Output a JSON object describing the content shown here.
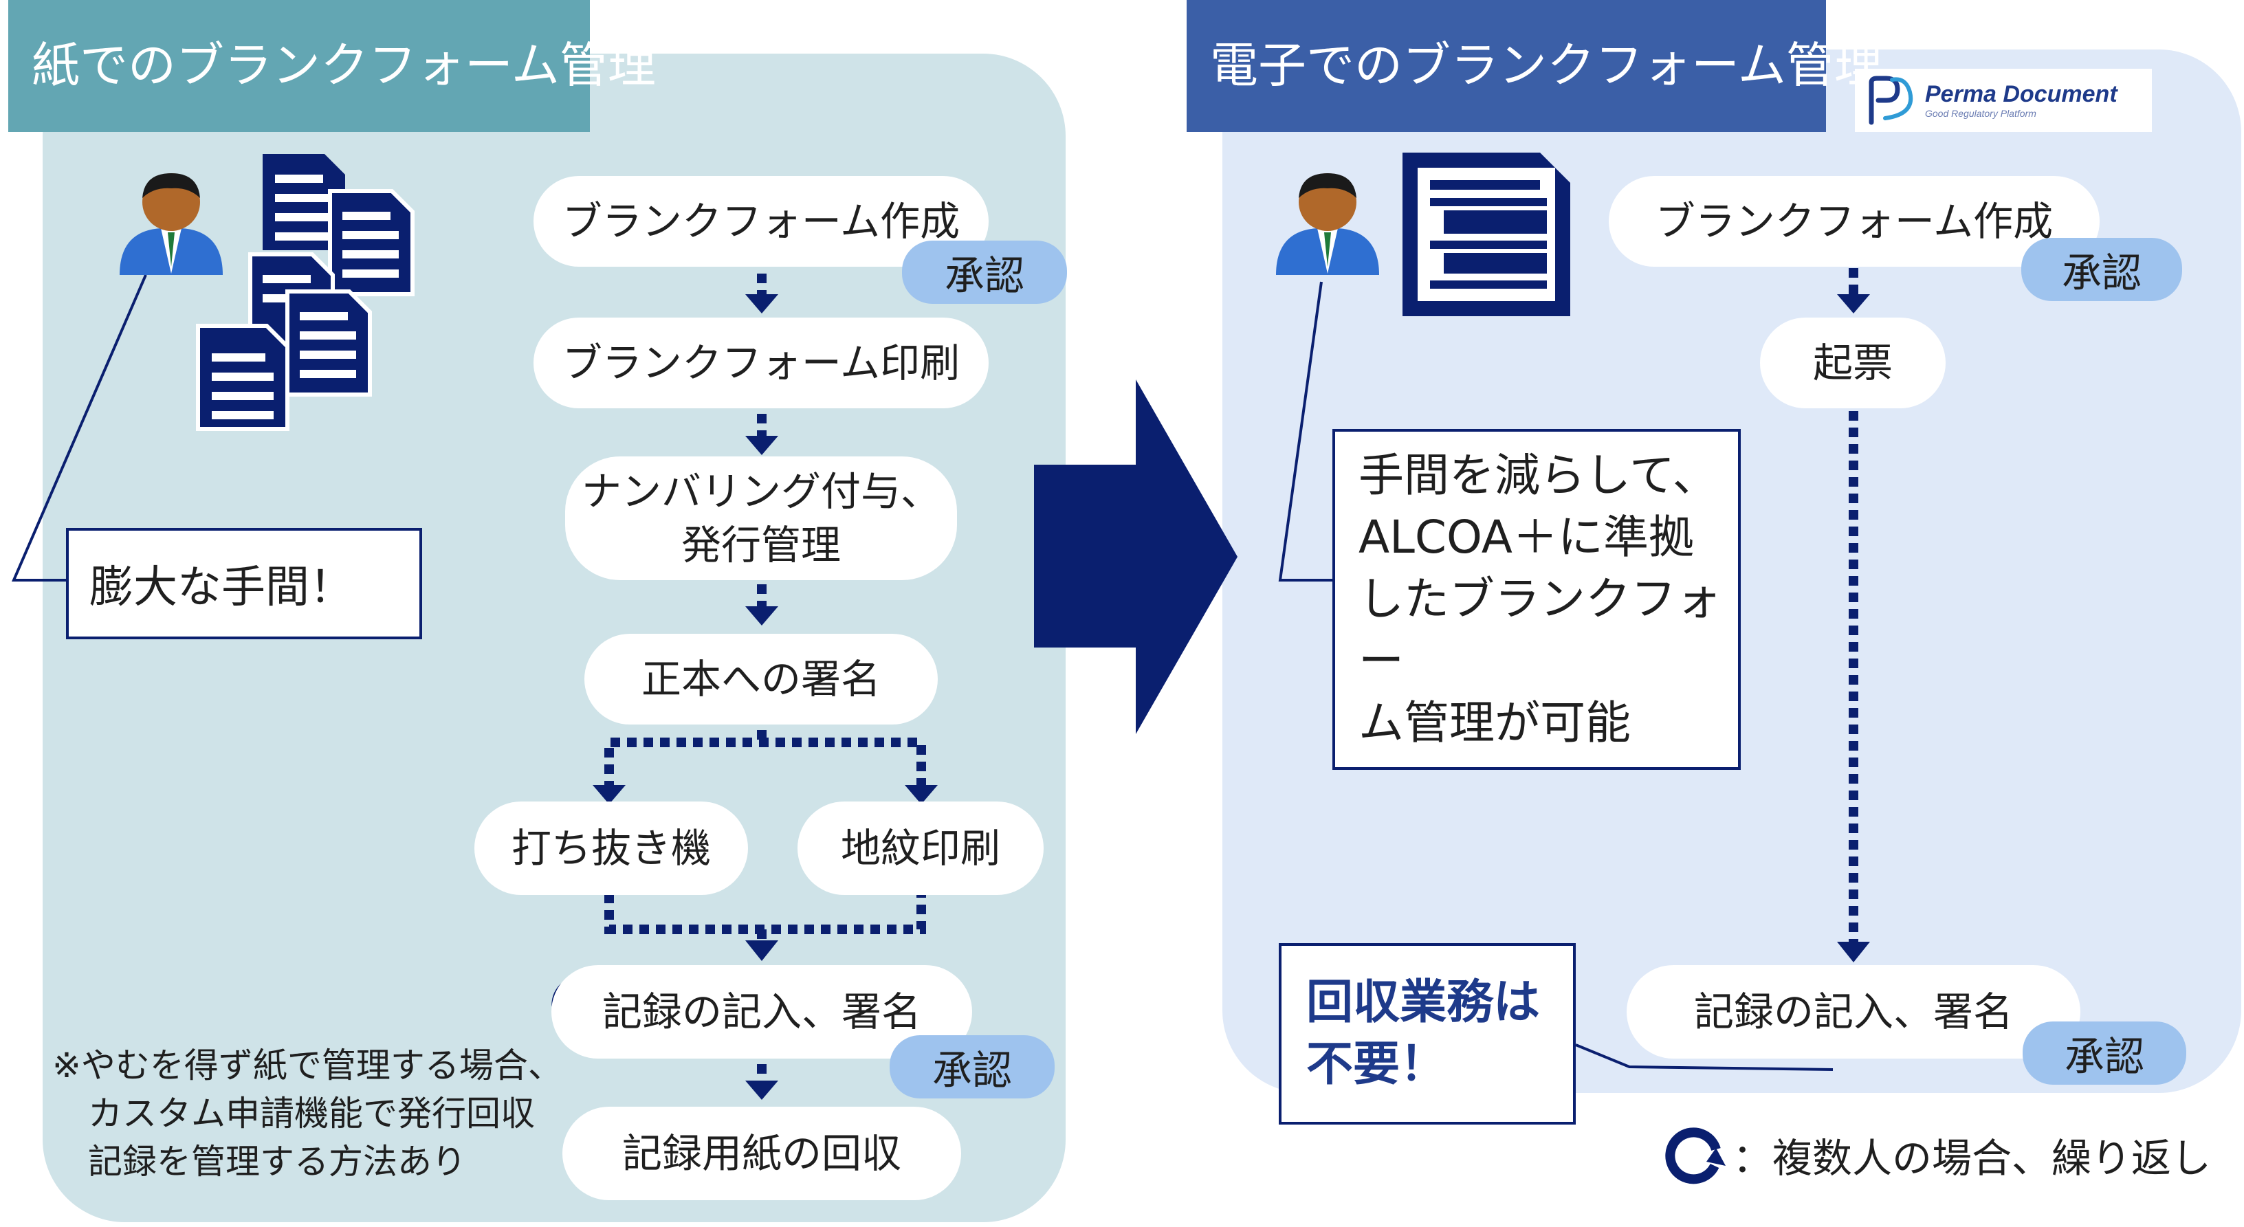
{
  "left": {
    "title": "紙でのブランクフォーム管理",
    "steps": {
      "create": "ブランクフォーム作成",
      "approve1": "承認",
      "print": "ブランクフォーム印刷",
      "numbering_line1": "ナンバリング付与、",
      "numbering_line2": "発行管理",
      "sign_original": "正本への署名",
      "punch": "打ち抜き機",
      "watermark": "地紋印刷",
      "record_entry": "記録の記入、署名",
      "approve2": "承認",
      "collect": "記録用紙の回収"
    },
    "callout": "膨大な手間！",
    "footnote": {
      "line1": "※やむを得ず紙で管理する場合、",
      "line2": "カスタム申請機能で発行回収",
      "line3": "記録を管理する方法あり"
    }
  },
  "right": {
    "title": "電子でのブランクフォーム管理",
    "logo": {
      "name": "Perma Document",
      "tagline": "Good Regulatory Platform"
    },
    "steps": {
      "create": "ブランクフォーム作成",
      "approve1": "承認",
      "issue": "起票",
      "record_entry": "記録の記入、署名",
      "approve2": "承認"
    },
    "callout": {
      "line1": "手間を減らして、",
      "line2": "ALCOA＋に準拠",
      "line3": "したブランクフォー",
      "line4": "ム管理が可能"
    },
    "no_collect": {
      "line1": "回収業務は",
      "line2": "不要！"
    }
  },
  "legend": {
    "text": "：複数人の場合、繰り返し"
  },
  "colors": {
    "navy": "#0a1f6f",
    "left_panel": "#cfe3e8",
    "right_panel": "#dfe9f8",
    "left_title": "#63a6b3",
    "right_title": "#3b5fa7",
    "badge": "#9ec3ee",
    "person_shirt": "#2f6fd1",
    "person_skin": "#b0682a"
  },
  "icons": [
    "person-icon",
    "document-stack-icon",
    "document-icon",
    "repeat-icon",
    "big-right-arrow"
  ]
}
